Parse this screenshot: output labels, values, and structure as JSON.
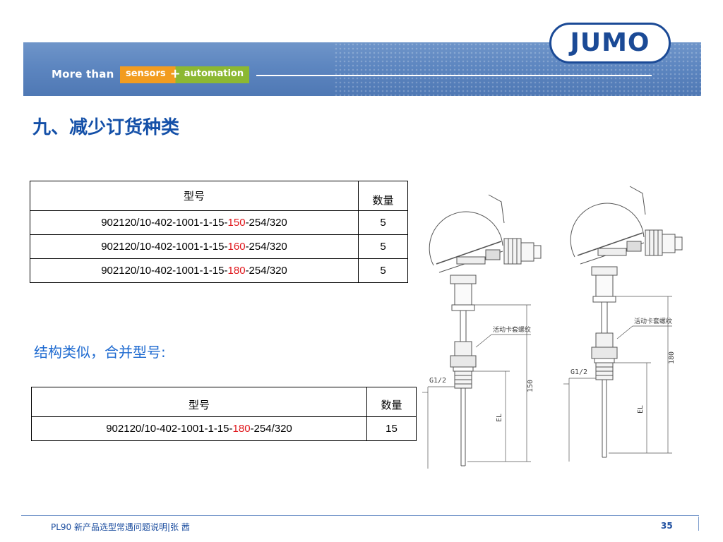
{
  "header": {
    "tagline_prefix": "More than",
    "tagline_sensors": "sensors",
    "tagline_plus": "+",
    "tagline_automation": "automation",
    "logo_text": "JUMO"
  },
  "title": "九、减少订货种类",
  "table1": {
    "headers": [
      "型号",
      "数量"
    ],
    "rows": [
      {
        "code_prefix": "902120/10-402-1001-1-15-",
        "code_highlight": "150",
        "code_suffix": "-254/320",
        "qty": "5"
      },
      {
        "code_prefix": "902120/10-402-1001-1-15-",
        "code_highlight": "160",
        "code_suffix": "-254/320",
        "qty": "5"
      },
      {
        "code_prefix": "902120/10-402-1001-1-15-",
        "code_highlight": "180",
        "code_suffix": "-254/320",
        "qty": "5"
      }
    ]
  },
  "subtitle": "结构类似，合并型号:",
  "table2": {
    "headers": [
      "型号",
      "数量"
    ],
    "rows": [
      {
        "code_prefix": "902120/10-402-1001-1-15-",
        "code_highlight": "180",
        "code_suffix": "-254/320",
        "qty": "15"
      }
    ]
  },
  "drawing": {
    "left": {
      "callout": "活动卡套螺纹",
      "thread": "G1/2",
      "dim_total": "150",
      "dim_el": "EL"
    },
    "right": {
      "callout": "活动卡套螺纹",
      "thread": "G1/2",
      "dim_total": "180",
      "dim_el": "EL"
    }
  },
  "footer": {
    "left": "PL90  新产品选型常遇问题说明|张 茜",
    "page_number": "35"
  },
  "colors": {
    "title": "#1450a8",
    "highlight": "#e0161b",
    "subtitle": "#1e6ad0",
    "banner": "#5d86c0",
    "logo": "#1b4a96"
  }
}
